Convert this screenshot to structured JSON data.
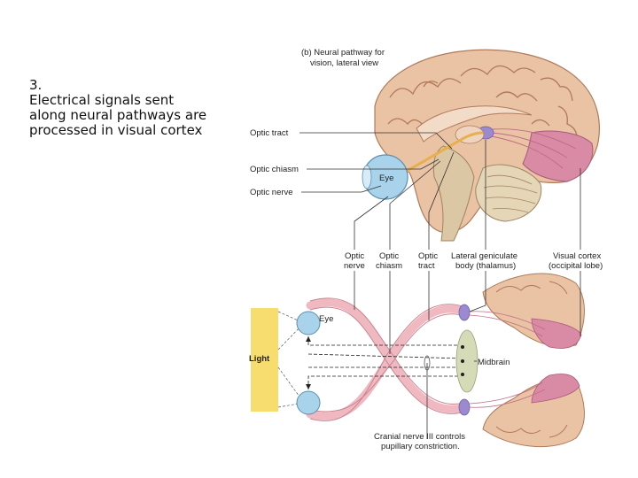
{
  "slide": {
    "number": "3.",
    "text_lines": [
      "Electrical signals sent",
      "along neural pathways are",
      "processed in visual cortex"
    ]
  },
  "figure": {
    "panel_title_lines": [
      "(b) Neural pathway for",
      "vision, lateral view"
    ],
    "left_labels": {
      "optic_tract": "Optic tract",
      "optic_chiasm": "Optic chiasm",
      "optic_nerve": "Optic nerve"
    },
    "eye_label": "Eye",
    "mid_labels": {
      "optic_nerve": [
        "Optic",
        "nerve"
      ],
      "optic_chiasm": [
        "Optic",
        "chiasm"
      ],
      "optic_tract": [
        "Optic",
        "tract"
      ],
      "lgn": [
        "Lateral geniculate",
        "body (thalamus)"
      ],
      "visual_cortex": [
        "Visual cortex",
        "(occipital lobe)"
      ]
    },
    "lower_labels": {
      "eye": "Eye",
      "light": "Light",
      "midbrain": "Midbrain",
      "cranial_nerve": [
        "Cranial nerve III controls",
        "pupillary constriction."
      ]
    }
  },
  "colors": {
    "brain": "#e9c3a4",
    "gyri_line": "#b07a5a",
    "cortex_pink": "#d98aa4",
    "cerebellum": "#e6d6b8",
    "eye_blue": "#a9d3ea",
    "light_yellow": "#f7dc6f",
    "nerve_pink": "#f0b9c1",
    "midbrain_green": "#d5dbb7",
    "lgn_purple": "#9b8ad0"
  }
}
